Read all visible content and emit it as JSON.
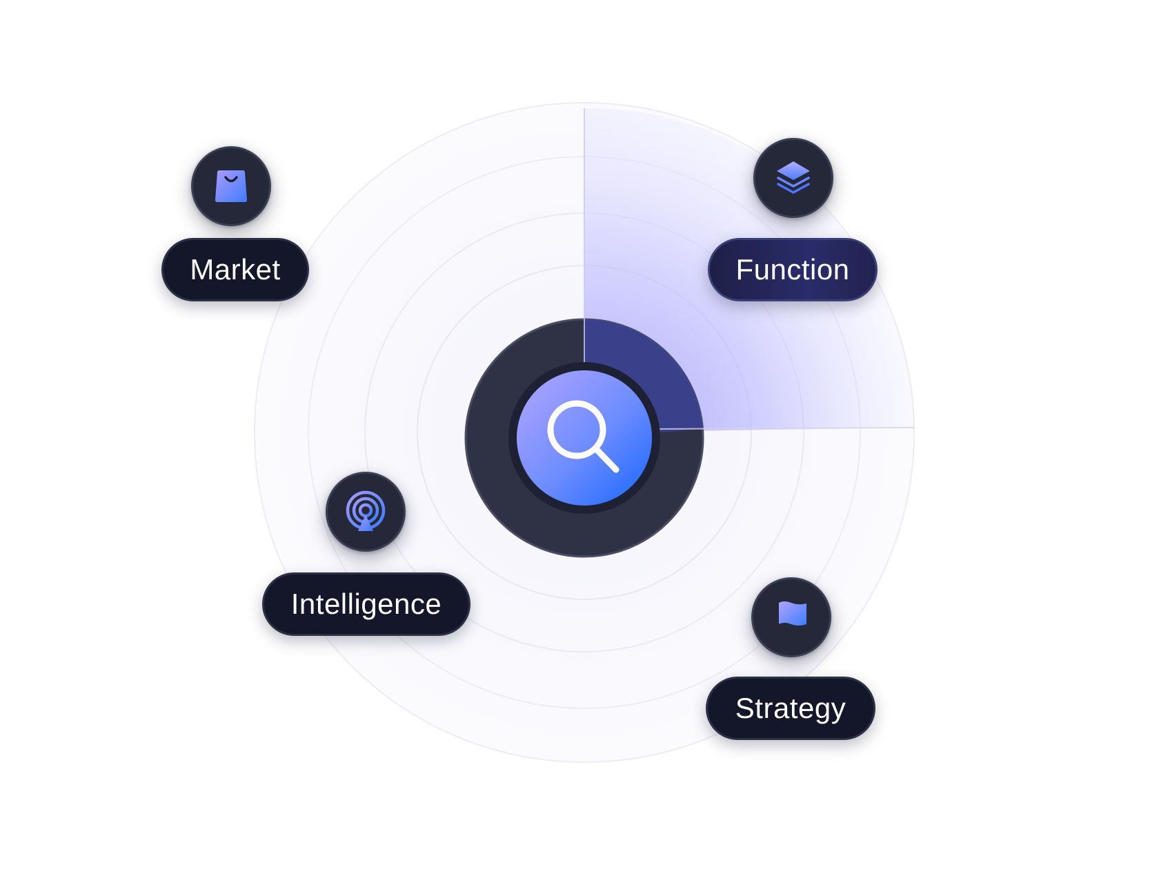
{
  "center": {
    "icon": "search-icon",
    "accent": "#1f6bff"
  },
  "nodes": [
    {
      "id": "market",
      "label": "Market",
      "icon": "shopping-bag-icon"
    },
    {
      "id": "function",
      "label": "Function",
      "icon": "layers-icon"
    },
    {
      "id": "intelligence",
      "label": "Intelligence",
      "icon": "broadcast-icon"
    },
    {
      "id": "strategy",
      "label": "Strategy",
      "icon": "flag-icon"
    }
  ],
  "colors": {
    "node_bg": "#252838",
    "pill_bg": "#14172a",
    "accent_violet": "#a9a4ff",
    "accent_blue": "#2f6bff",
    "sweep": "#8f8cff"
  }
}
